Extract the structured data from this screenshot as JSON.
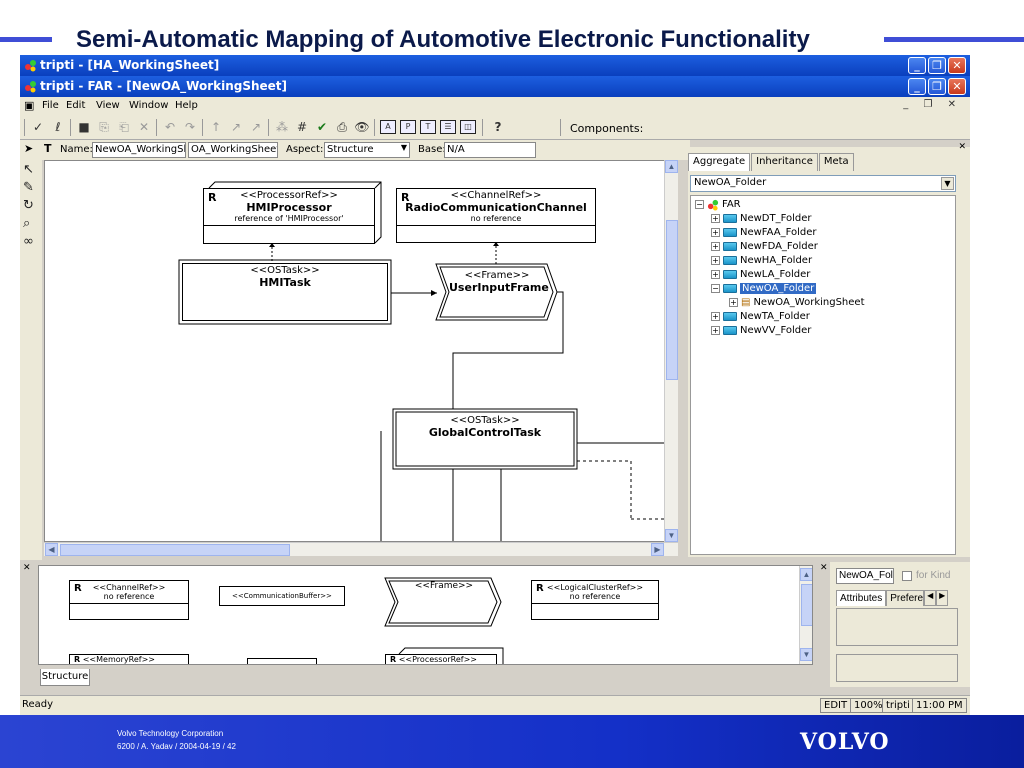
{
  "slide": {
    "title": "Semi-Automatic Mapping of Automotive Electronic Functionality"
  },
  "window": {
    "outer_title": "tripti - [HA_WorkingSheet]",
    "inner_title": "tripti - FAR - [NewOA_WorkingSheet]"
  },
  "menu": {
    "items": [
      "File",
      "Edit",
      "View",
      "Window",
      "Help"
    ]
  },
  "toolbar": {
    "components_label": "Components:"
  },
  "namebar": {
    "name_label": "Name:",
    "name_value": "NewOA_WorkingSh",
    "name_value2": "OA_WorkingSheet",
    "aspect_label": "Aspect:",
    "aspect_value": "Structure",
    "base_label": "Base:",
    "base_value": "N/A"
  },
  "diagram": {
    "r": "R",
    "hmi_processor": {
      "stereo": "<<ProcessorRef>>",
      "name": "HMIProcessor",
      "ref": "reference of 'HMIProcessor'"
    },
    "radio_channel": {
      "stereo": "<<ChannelRef>>",
      "name": "RadioCommunicationChannel",
      "ref": "no reference"
    },
    "hmi_task": {
      "stereo": "<<OSTask>>",
      "name": "HMITask"
    },
    "user_frame": {
      "stereo": "<<Frame>>",
      "name": "UserInputFrame"
    },
    "global_task": {
      "stereo": "<<OSTask>>",
      "name": "GlobalControlTask"
    }
  },
  "right_panel": {
    "tabs": [
      "Aggregate",
      "Inheritance",
      "Meta"
    ],
    "combo_value": "NewOA_Folder",
    "tree": {
      "root": "FAR",
      "folders": [
        "NewDT_Folder",
        "NewFAA_Folder",
        "NewFDA_Folder",
        "NewHA_Folder",
        "NewLA_Folder",
        "NewOA_Folder",
        "NewTA_Folder",
        "NewVV_Folder"
      ],
      "child": "NewOA_WorkingSheet"
    }
  },
  "palette": {
    "r": "R",
    "channel_ref": {
      "stereo": "<<ChannelRef>>",
      "ref": "no reference"
    },
    "comm_buffer": "<<CommunicationBuffer>>",
    "frame": "<<Frame>>",
    "logical_cluster": {
      "stereo": "<<LogicalClusterRef>>",
      "ref": "no reference"
    },
    "memory_ref": "<<MemoryRef>>",
    "processor_ref": "<<ProcessorRef>>",
    "tab": "Structure"
  },
  "bottom_panel": {
    "field_value": "NewOA_Fol",
    "for_kind": "for Kind",
    "tabs": [
      "Attributes",
      "Prefere"
    ]
  },
  "status": {
    "ready": "Ready",
    "mode": "EDIT",
    "zoom": "100%",
    "user": "tripti",
    "time": "11:00 PM"
  },
  "footer": {
    "company": "Volvo Technology Corporation",
    "reference": "6200 / A. Yadav / 2004-04-19 / 42",
    "logo": "VOLVO"
  }
}
